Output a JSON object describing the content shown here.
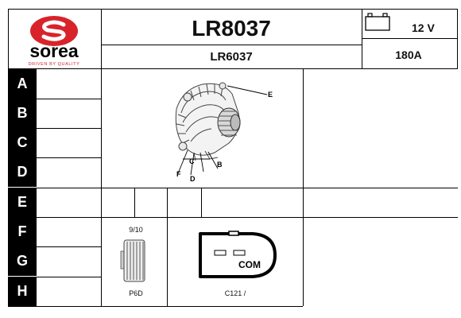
{
  "brand": {
    "name": "sorea",
    "tagline": "DRIVEN BY QUALITY",
    "logo_color": "#d8232a"
  },
  "header": {
    "part_number": "LR8037",
    "alt_part_number": "LR6037",
    "voltage": "12 V",
    "amperage": "180A"
  },
  "rows": [
    "A",
    "B",
    "C",
    "D",
    "E",
    "F",
    "G",
    "H"
  ],
  "diagram": {
    "labels": {
      "e": "E",
      "b": "B",
      "c": "C",
      "d": "D",
      "f": "F"
    }
  },
  "pulley": {
    "grooves": "9/10",
    "type": "P6D"
  },
  "connector": {
    "label": "COM",
    "code": "C121 /"
  }
}
